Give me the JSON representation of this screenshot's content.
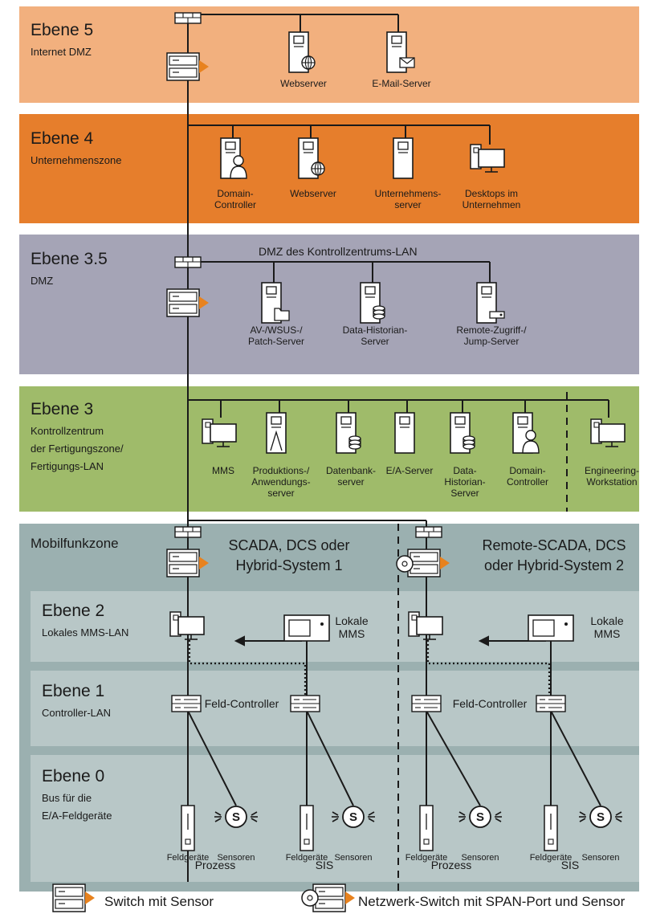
{
  "colors": {
    "level5": "#f2b07e",
    "level4": "#e67e2c",
    "level35": "#a5a4b6",
    "level3": "#9fbb6a",
    "cell_zone": "#9bb0b0",
    "inner_zone": "#b8c7c7",
    "accent": "#e8821e",
    "line": "#1a1a1a"
  },
  "levels": {
    "l5": {
      "title": "Ebene 5",
      "subtitle": [
        "Internet DMZ"
      ]
    },
    "l4": {
      "title": "Ebene 4",
      "subtitle": [
        "Unternehmenszone"
      ]
    },
    "l35": {
      "title": "Ebene 3.5",
      "subtitle": [
        "DMZ"
      ],
      "banner": "DMZ des Kontrollzentrums-LAN"
    },
    "l3": {
      "title": "Ebene 3",
      "subtitle": [
        "Kontrollzentrum",
        "der Fertigungszone/",
        "Fertigungs-LAN"
      ]
    },
    "cell": {
      "title": "Mobilfunkzone"
    },
    "l2": {
      "title": "Ebene 2",
      "subtitle": [
        "Lokales MMS-LAN"
      ]
    },
    "l1": {
      "title": "Ebene 1",
      "subtitle": [
        "Controller-LAN"
      ]
    },
    "l0": {
      "title": "Ebene 0",
      "subtitle": [
        "Bus für die",
        "E/A-Feldgeräte"
      ]
    }
  },
  "nodes": {
    "l5": [
      {
        "icon": "web",
        "label": [
          "Webserver"
        ]
      },
      {
        "icon": "mail",
        "label": [
          "E-Mail-Server"
        ]
      }
    ],
    "l4": [
      {
        "icon": "user",
        "label": [
          "Domain-",
          "Controller"
        ]
      },
      {
        "icon": "web",
        "label": [
          "Webserver"
        ]
      },
      {
        "icon": "plain",
        "label": [
          "Unternehmens-",
          "server"
        ]
      },
      {
        "icon": "desktop",
        "label": [
          "Desktops im",
          "Unternehmen"
        ]
      }
    ],
    "l35": [
      {
        "icon": "folder",
        "label": [
          "AV-/WSUS-/",
          "Patch-Server"
        ]
      },
      {
        "icon": "db",
        "label": [
          "Data-Historian-",
          "Server"
        ]
      },
      {
        "icon": "jump",
        "label": [
          "Remote-Zugriff-/",
          "Jump-Server"
        ]
      }
    ],
    "l3": [
      {
        "icon": "desktop",
        "label": [
          "MMS"
        ]
      },
      {
        "icon": "app",
        "label": [
          "Produktions-/",
          "Anwendungs-",
          "server"
        ]
      },
      {
        "icon": "db",
        "label": [
          "Datenbank-",
          "server"
        ]
      },
      {
        "icon": "plain",
        "label": [
          "E/A-Server"
        ]
      },
      {
        "icon": "db",
        "label": [
          "Data-",
          "Historian-",
          "Server"
        ]
      },
      {
        "icon": "user",
        "label": [
          "Domain-",
          "Controller"
        ]
      },
      {
        "icon": "desktop",
        "label": [
          "Engineering-",
          "Workstation"
        ]
      }
    ]
  },
  "systems": {
    "left": {
      "title": [
        "SCADA, DCS oder",
        "Hybrid-System 1"
      ]
    },
    "right": {
      "title": [
        "Remote-SCADA, DCS",
        "oder Hybrid-System 2"
      ]
    }
  },
  "cell_labels": {
    "local_mms": [
      "Lokale",
      "MMS"
    ],
    "field_controller": "Feld-Controller",
    "field_devices": "Feldgeräte",
    "sensors": "Sensoren",
    "sensor_glyph": "S",
    "process": "Prozess",
    "sis": "SIS"
  },
  "legend": {
    "switch_sensor": "Switch mit Sensor",
    "span_switch": "Netzwerk-Switch mit SPAN-Port und Sensor"
  }
}
